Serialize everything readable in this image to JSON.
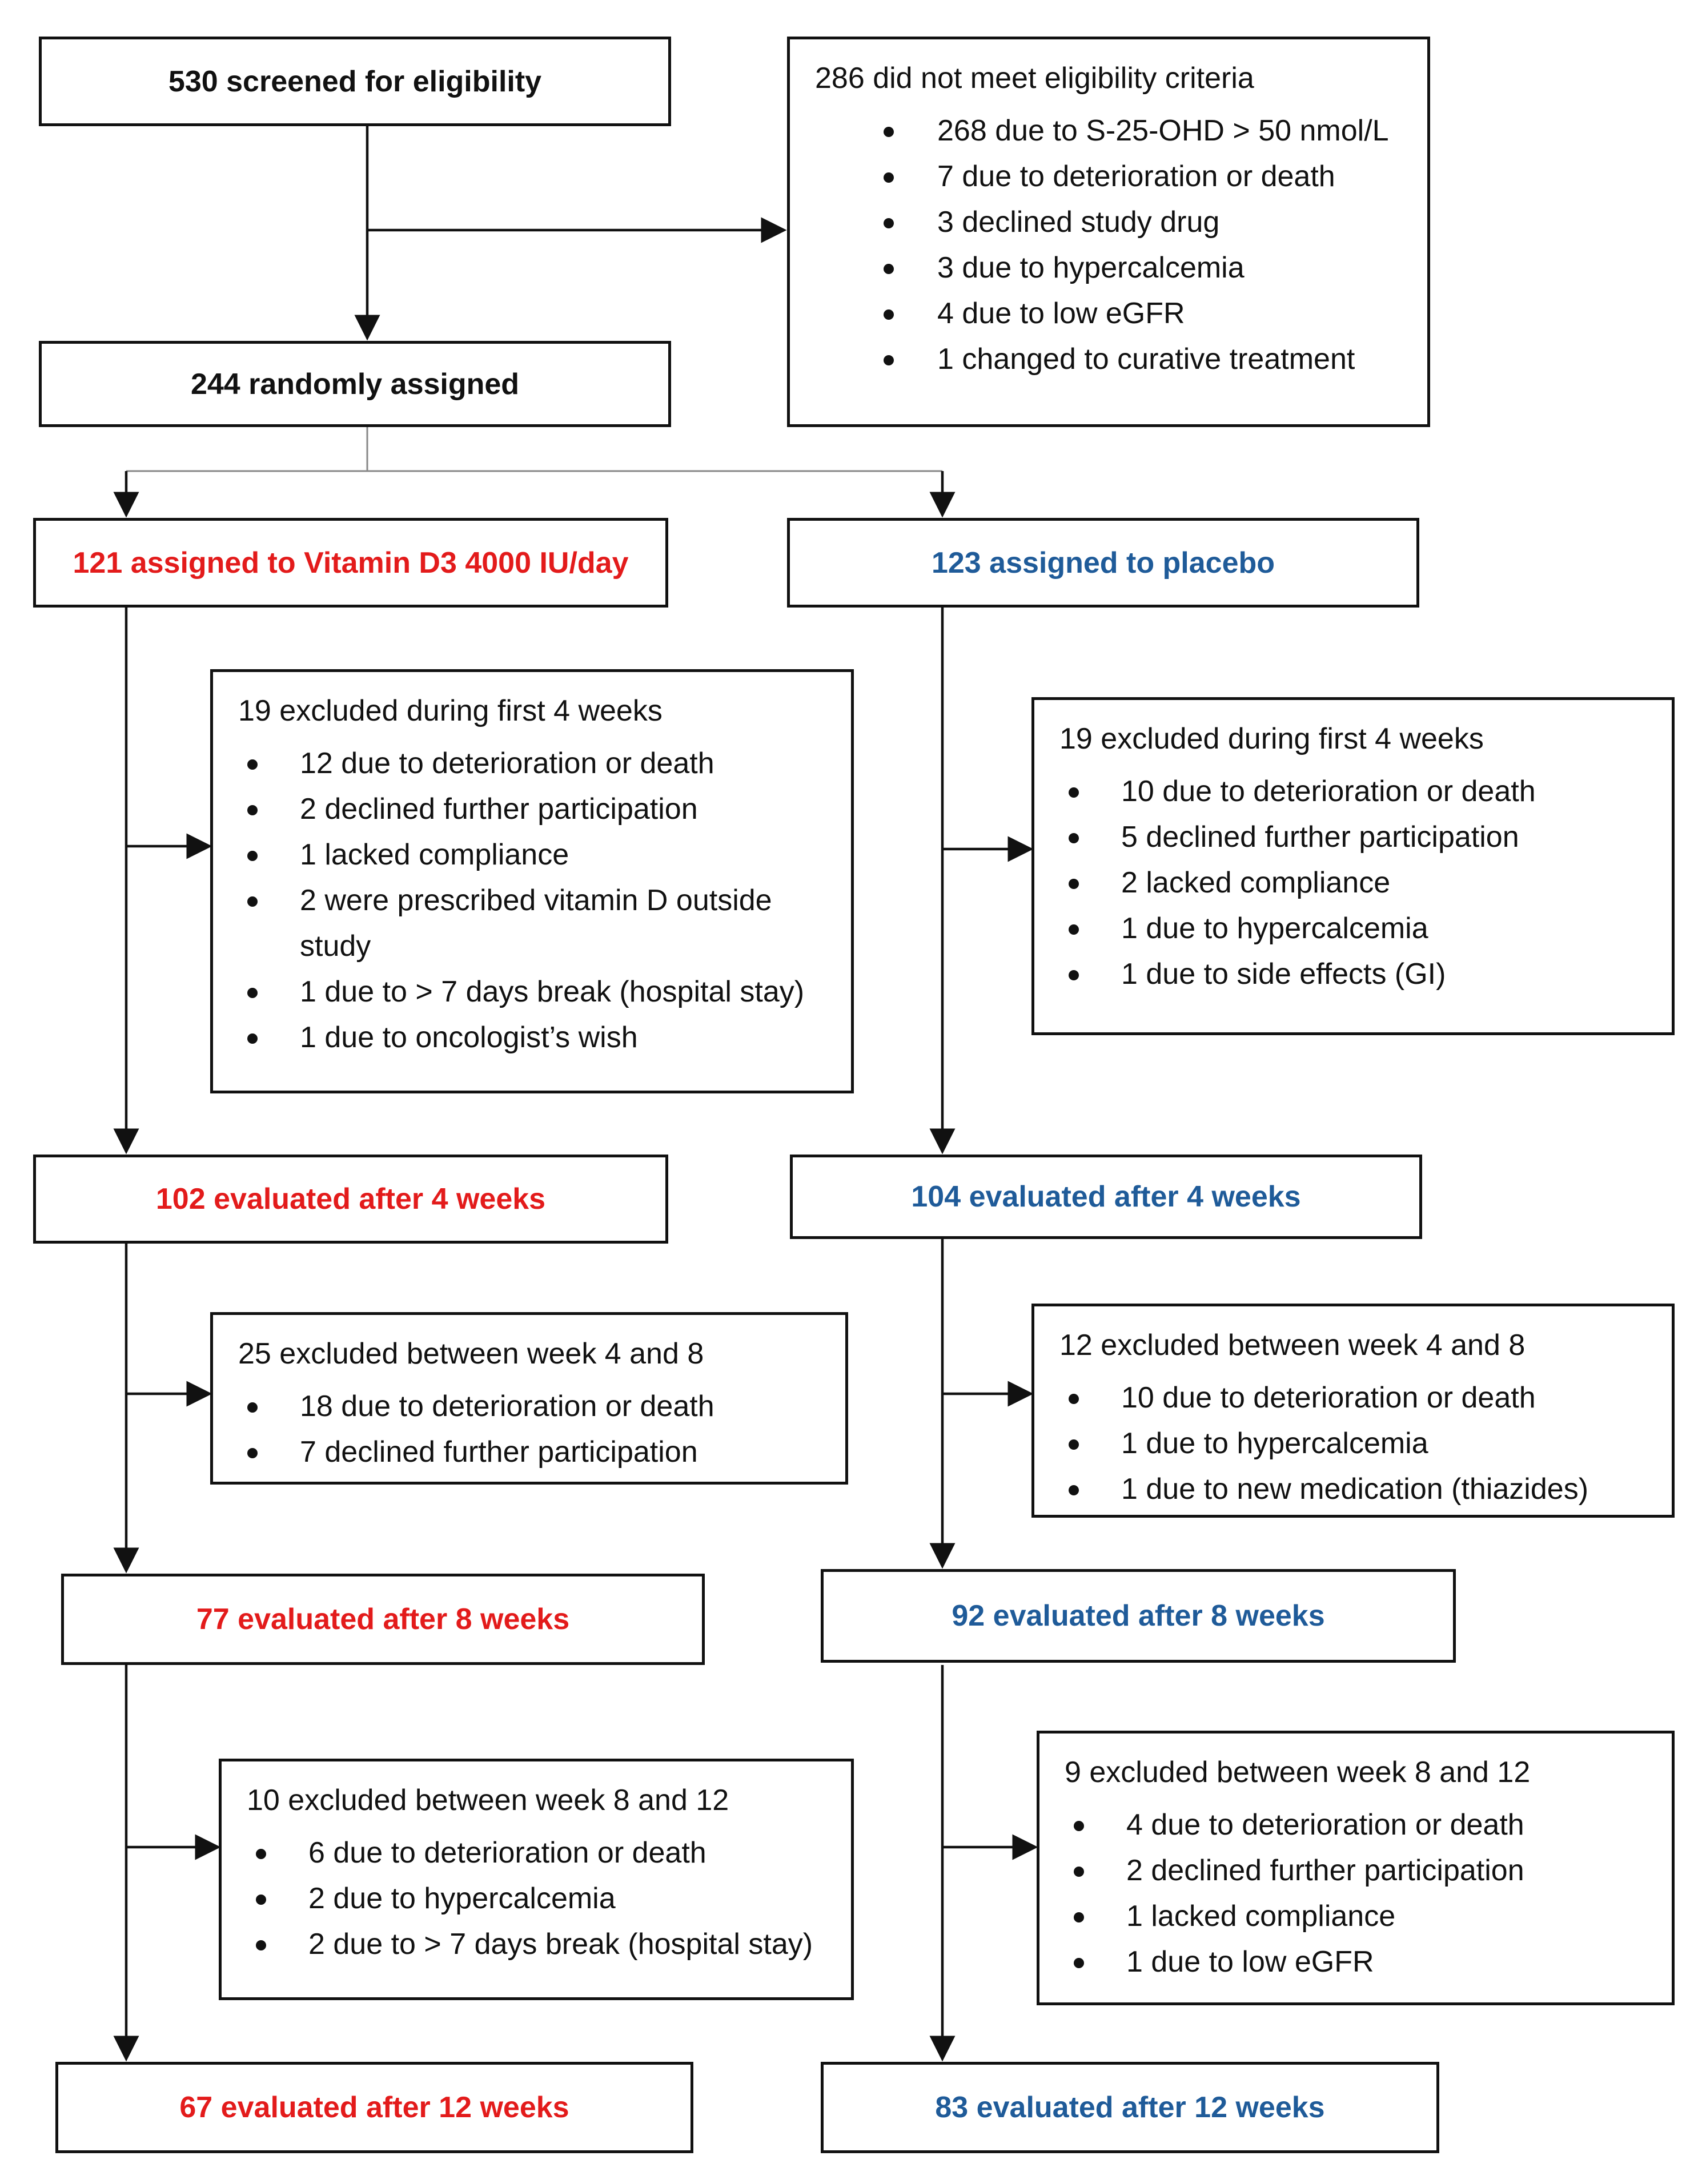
{
  "screened": "530 screened for eligibility",
  "not_eligible": {
    "title": "286 did not meet eligibility criteria",
    "items": [
      "268 due to S-25-OHD > 50 nmol/L",
      "7 due to deterioration or death",
      "3 declined study drug",
      "3 due to hypercalcemia",
      "4 due to low eGFR",
      "1 changed to curative treatment"
    ]
  },
  "randomized": "244 randomly assigned",
  "vitd": {
    "assigned": "121 assigned to Vitamin D3 4000 IU/day",
    "excl1": {
      "title": "19 excluded during first 4 weeks",
      "items": [
        "12 due to deterioration or death",
        "2 declined further participation",
        "1 lacked compliance",
        "2 were prescribed vitamin D outside study",
        "1 due to > 7 days break (hospital stay)",
        "1 due to oncologist’s wish"
      ]
    },
    "eval4": "102 evaluated after 4 weeks",
    "excl2": {
      "title": "25 excluded between week 4 and 8",
      "items": [
        "18 due to deterioration or death",
        "7 declined further participation"
      ]
    },
    "eval8": "77 evaluated after 8 weeks",
    "excl3": {
      "title": "10 excluded between week 8 and 12",
      "items": [
        "6 due to deterioration or death",
        "2 due to hypercalcemia",
        "2 due to > 7 days break (hospital stay)"
      ]
    },
    "eval12": "67 evaluated after 12 weeks"
  },
  "placebo": {
    "assigned": "123 assigned to placebo",
    "excl1": {
      "title": "19 excluded during first 4 weeks",
      "items": [
        "10 due to deterioration or death",
        "5 declined further participation",
        "2 lacked compliance",
        "1 due to hypercalcemia",
        "1 due to side effects (GI)"
      ]
    },
    "eval4": "104 evaluated after 4 weeks",
    "excl2": {
      "title": "12 excluded between week 4 and 8",
      "items": [
        "10 due to deterioration or death",
        "1 due to hypercalcemia",
        "1 due to new medication (thiazides)"
      ]
    },
    "eval8": "92 evaluated after 8 weeks",
    "excl3": {
      "title": "9 excluded between week 8 and 12",
      "items": [
        "4 due to deterioration or death",
        "2 declined further participation",
        "1 lacked compliance",
        "1 due to low eGFR"
      ]
    },
    "eval12": "83 evaluated after 12 weeks"
  },
  "colors": {
    "vitd": "#e31b1b",
    "placebo": "#1f5b99",
    "line": "#111111"
  }
}
